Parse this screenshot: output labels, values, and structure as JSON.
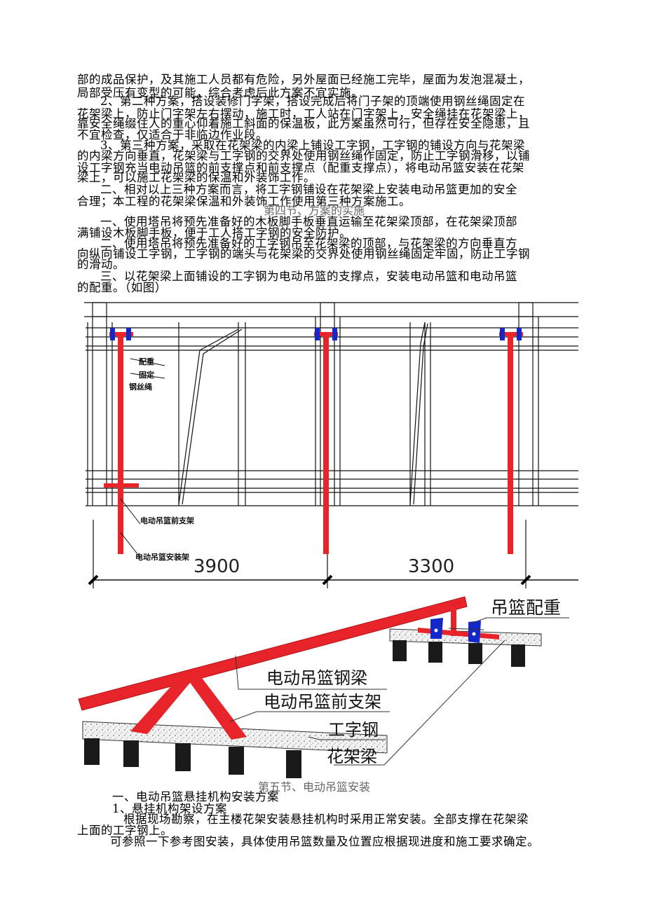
{
  "paragraphs": [
    "部的成品保护，及其施工人员都有危险，另外屋面已经施工完毕，屋面为发泡混凝土，",
    "局部受压有变型的可能，综合考虑后此方案不宜实施。",
    "2、第二种方案，搭设装修门字架，搭设完成后将门子架的顶端使用钢丝绳固定在",
    "花架梁上，防止门字架左右摆动，施工时，工人站在门字架上，安全绳挂在花架梁上，",
    "靠安全绳缀住人的重心仰着施工斜面的保温板，此方案虽然可行，但存在安全隐患，且",
    "不宜检查，仅适合于非临边作业段。",
    "3、第三种方案，采取在花架梁的内梁上铺设工字钢，工字钢的铺设方向与花架梁",
    "的内梁方向垂直，花架梁与工字钢的交界处使用钢丝绳作固定，防止工字钢滑移，以铺",
    "设工字钢充当电动吊篮的前支撑点和前支撑点（配重支撑点），将电动吊篮安装在花架",
    "梁上，可以施工花架梁的保温和外装饰工作。",
    "二、相对以上三种方案而言，将工字钢铺设在花架梁上安装电动吊篮更加的安全",
    "合理；本工程的花架梁保温和外装饰工作使用第三种方案施工。",
    "一、使用塔吊将预先准备好的木板脚手板垂直运输至花架梁顶部，在花架梁顶部",
    "满铺设木板脚手板，便于工人搭工字钢的安全防护。",
    "二、使用塔吊将预先准备好的工字钢吊至花架梁的顶部，与花架梁的方向垂直方",
    "向纵向铺设工字钢，工字钢的端头与花架梁的交界处使用钢丝绳固定牢固，防止工字钢",
    "的滑动。",
    "三、以花架梁上面铺设的工字钢为电动吊篮的支撑点，安装电动吊篮和电动吊篮",
    "的配重。（如图）"
  ],
  "section4": "第四节、方案的实施",
  "section5": "第五节、电动吊篮安装",
  "plan": {
    "label_counterweight": "配重",
    "label_fix1": "固定",
    "label_fix2": "钢丝绳",
    "label_front": "电动吊篮前支架",
    "label_install": "电动吊篮安装架",
    "dim1": "3900",
    "dim2": "3300"
  },
  "section_view": {
    "counterweight": "吊篮配重",
    "steel_beam": "电动吊篮钢梁",
    "front_frame": "电动吊篮前支架",
    "i_beam": "工字钢",
    "flower_beam": "花架梁"
  },
  "bottom": [
    "一、电动吊篮悬挂机构安装方案",
    "1、悬挂机构架设方案",
    "根据现场勘察，在主楼花架安装悬挂机构时采用正常安装。全部支撑在花架梁",
    "上面的工字钢上。",
    "可参照一下参考图安装，具体使用吊篮数量及位置应根据现进度和施工要求确定。"
  ],
  "colors": {
    "steel": "#e8242b",
    "clamp": "#1428c8",
    "concrete": "#1a1a1a"
  }
}
